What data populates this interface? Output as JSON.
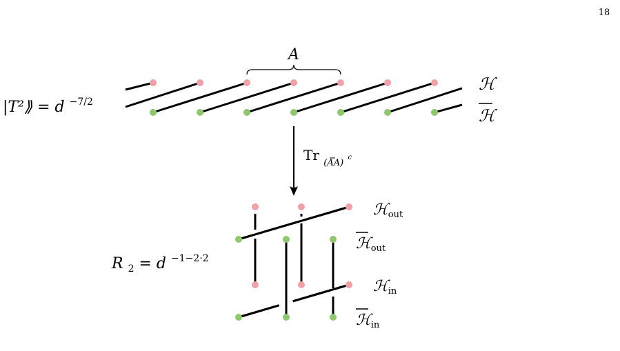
{
  "page_number": "18",
  "top": {
    "lhs": "|T²⟫ = d",
    "lhs_exponent": "−7/2",
    "brace_label": "A",
    "label_upper": "ℋ",
    "label_lower": "ℋ"
  },
  "arrow": {
    "label_main": "Tr",
    "label_sub": "(AA)",
    "label_sup": "c"
  },
  "bottom": {
    "lhs": "R",
    "lhs_sub": "2",
    "lhs_rest": " = d",
    "lhs_exponent": "−1−2·2",
    "label_out": "ℋ",
    "label_out_sub": "out",
    "label_out_bar": "ℋ",
    "label_out_bar_sub": "out",
    "label_in": "ℋ",
    "label_in_sub": "in",
    "label_in_bar": "ℋ",
    "label_in_bar_sub": "in"
  },
  "colors": {
    "upper_dot": "#f2a0a8",
    "lower_dot": "#8dc96a",
    "wire": "#000000"
  }
}
